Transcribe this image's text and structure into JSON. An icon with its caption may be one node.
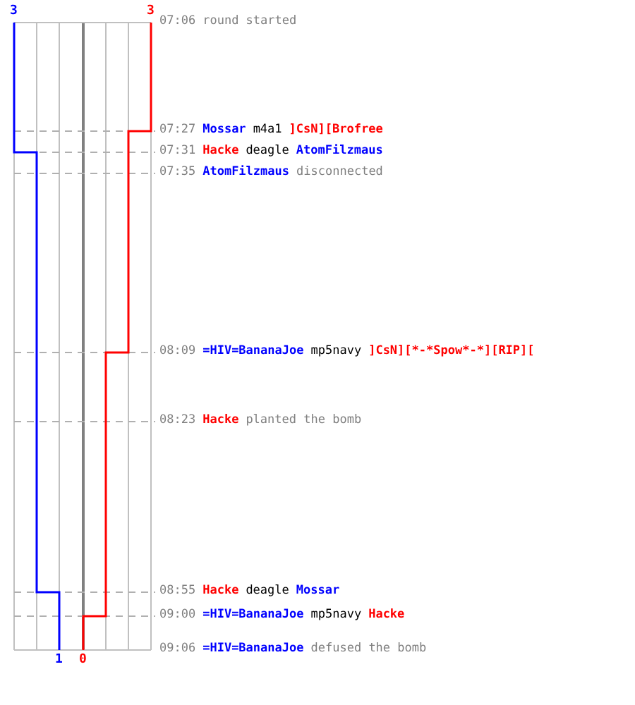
{
  "diagram": {
    "labels": [
      "3",
      "3",
      "07:06",
      "round started",
      "07:27",
      "Mossar",
      "m4a1",
      "]CsN][Brofree",
      "07:31",
      "Hacke",
      "deagle",
      "AtomFilzmaus",
      "07:35",
      "AtomFilzmaus",
      "disconnected",
      "08:09",
      "=HIV=BananaJoe",
      "mp5navy",
      "]CsN][*-*Spow*-*][RIP][",
      "08:23",
      "Hacke",
      "planted the bomb",
      "08:55",
      "Hacke",
      "deagle",
      "Mossar",
      "09:00",
      "=HIV=BananaJoe",
      "mp5navy",
      "Hacke",
      "09:06",
      "=HIV=BananaJoe",
      "defused the bomb",
      "1",
      "0"
    ]
  }
}
